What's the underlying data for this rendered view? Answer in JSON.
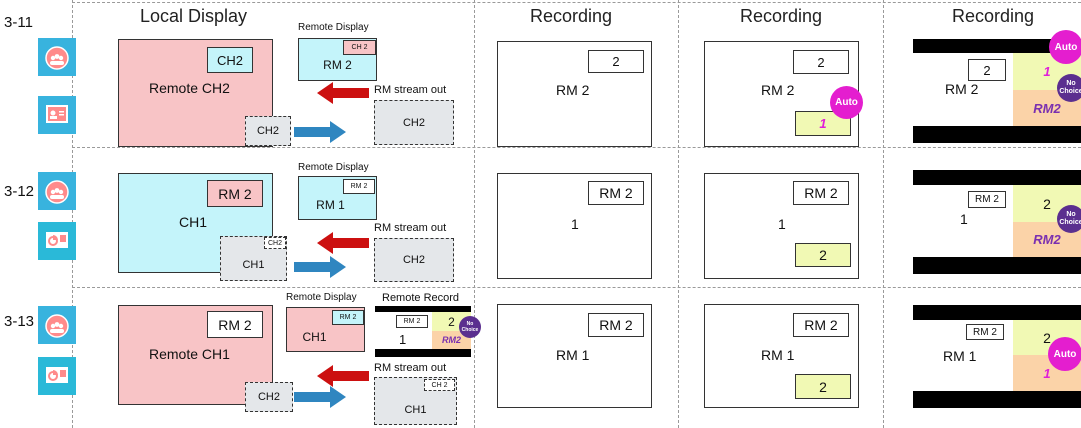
{
  "headers": {
    "local_display": "Local Display",
    "recording1": "Recording",
    "recording2": "Recording",
    "recording3": "Recording"
  },
  "rows": [
    {
      "label": "3-11",
      "local": {
        "main": "Remote CH2",
        "inset": "CH2",
        "stream": "CH2"
      },
      "remote_title": "Remote Display",
      "remote": {
        "main": "RM 2",
        "inset": "CH 2"
      },
      "stream_label": "RM stream out",
      "stream_box": {
        "main": "CH2"
      },
      "rec1": {
        "main": "RM 2",
        "inset": "2"
      },
      "rec2": {
        "main": "RM 2",
        "inset_top": "2",
        "inset_bottom": "1",
        "bubble": "Auto"
      },
      "rec3": {
        "main": "RM 2",
        "inset_white": "2",
        "top_right": "1",
        "bottom_right": "RM2",
        "bubble_top": "Auto",
        "bubble_mid": "No Choice"
      }
    },
    {
      "label": "3-12",
      "local": {
        "main": "CH1",
        "inset": "RM 2",
        "stream_inset": "CH2",
        "stream": "CH1"
      },
      "remote_title": "Remote Display",
      "remote": {
        "main": "RM 1",
        "inset": "RM 2"
      },
      "stream_label": "RM stream out",
      "stream_box": {
        "main": "CH2"
      },
      "rec1": {
        "main": "1",
        "inset": "RM 2"
      },
      "rec2": {
        "main": "1",
        "inset_top": "RM 2",
        "inset_bottom": "2"
      },
      "rec3": {
        "main": "1",
        "inset_white": "RM 2",
        "top_right": "2",
        "bottom_right": "RM2",
        "bubble_mid": "No Choice"
      }
    },
    {
      "label": "3-13",
      "local": {
        "main": "Remote CH1",
        "inset": "RM 2",
        "stream": "CH2"
      },
      "remote_title": "Remote Display",
      "remote": {
        "main": "CH1",
        "inset": "RM 2"
      },
      "remote_record_title": "Remote Record",
      "remote_record": {
        "main": "1",
        "inset_white": "RM 2",
        "top_right": "2",
        "bottom_right": "RM2",
        "bubble": "No Choice"
      },
      "stream_label": "RM stream out",
      "stream_box": {
        "main": "CH1",
        "inset": "CH 2"
      },
      "rec1": {
        "main": "RM 1",
        "inset": "RM 2"
      },
      "rec2": {
        "main": "RM 1",
        "inset_top": "RM 2",
        "inset_bottom": "2"
      },
      "rec3": {
        "main": "RM 1",
        "inset_white": "RM 2",
        "top_right": "2",
        "bottom_right": "1",
        "bubble": "Auto"
      }
    }
  ],
  "colors": {
    "pink": "#f8c4c6",
    "cyan": "#c4f4fa",
    "yellow": "#f1f9b4",
    "orange": "#fbd3a8",
    "red_arrow": "#cc1010",
    "blue_arrow": "#2f86c0",
    "auto_bubble": "#e41ecf",
    "nochoice_bubble": "#5b2f8f",
    "icon_tile": "#38b3de"
  },
  "icons": [
    "cloud-users-icon",
    "user-profile-card-icon",
    "presentation-card-icon"
  ]
}
